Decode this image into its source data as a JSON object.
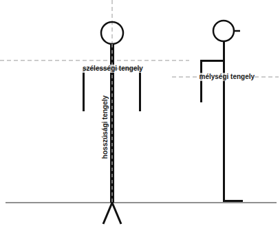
{
  "diagram": {
    "labels": [
      "szélességi tengely",
      "hosszúsági tengely",
      "mélységi tengely"
    ]
  }
}
